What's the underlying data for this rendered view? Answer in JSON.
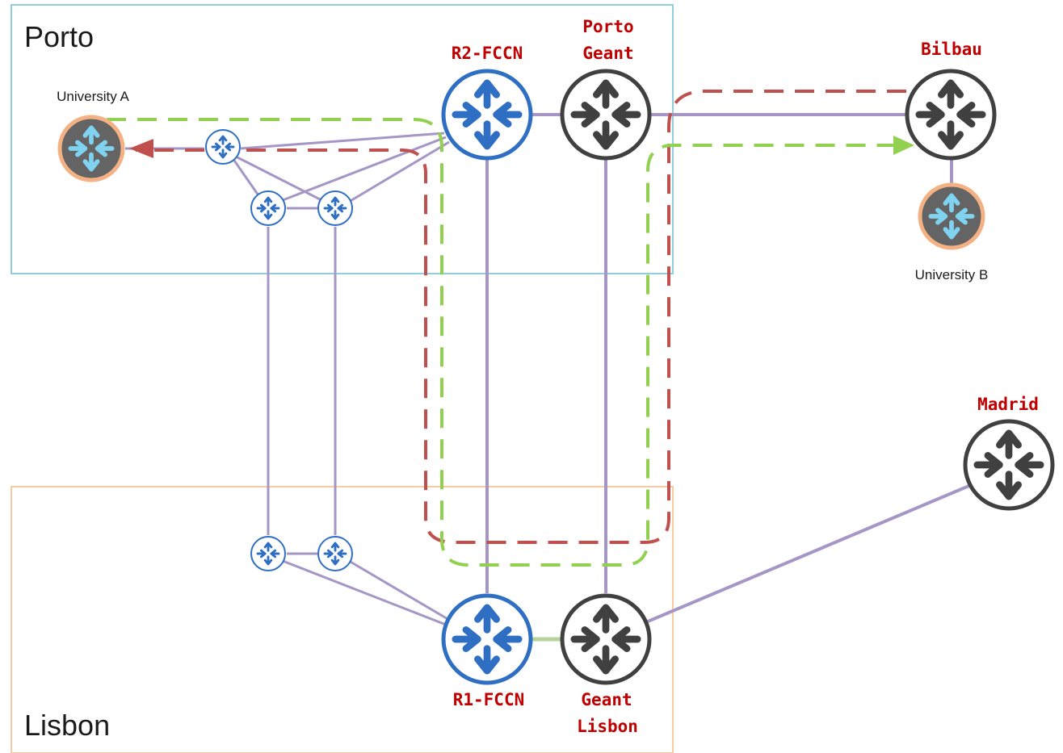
{
  "regions": {
    "porto": {
      "label": "Porto",
      "border_color": "#92cddc"
    },
    "lisbon": {
      "label": "Lisbon",
      "border_color": "#f9c9a0"
    }
  },
  "nodes": {
    "r2_fccn": {
      "label": "R2-FCCN"
    },
    "porto_geant": {
      "line1": "Porto",
      "line2": "Geant"
    },
    "bilbau": {
      "label": "Bilbau"
    },
    "madrid": {
      "label": "Madrid"
    },
    "r1_fccn": {
      "label": "R1-FCCN"
    },
    "geant_lisbon": {
      "line1": "Geant",
      "line2": "Lisbon"
    },
    "university_a": {
      "label": "University A"
    },
    "university_b": {
      "label": "University B"
    }
  },
  "colors": {
    "fccn_router": "#2e6fc4",
    "geant_router": "#404040",
    "university_ring": "#f4b183",
    "university_arrows": "#7fd3f0",
    "link": "#a596c5",
    "path_red": "#c0504d",
    "path_green": "#92d050",
    "label_red": "#c00000"
  },
  "icons": {
    "router": "router-icon",
    "arrow": "arrowhead-icon"
  }
}
